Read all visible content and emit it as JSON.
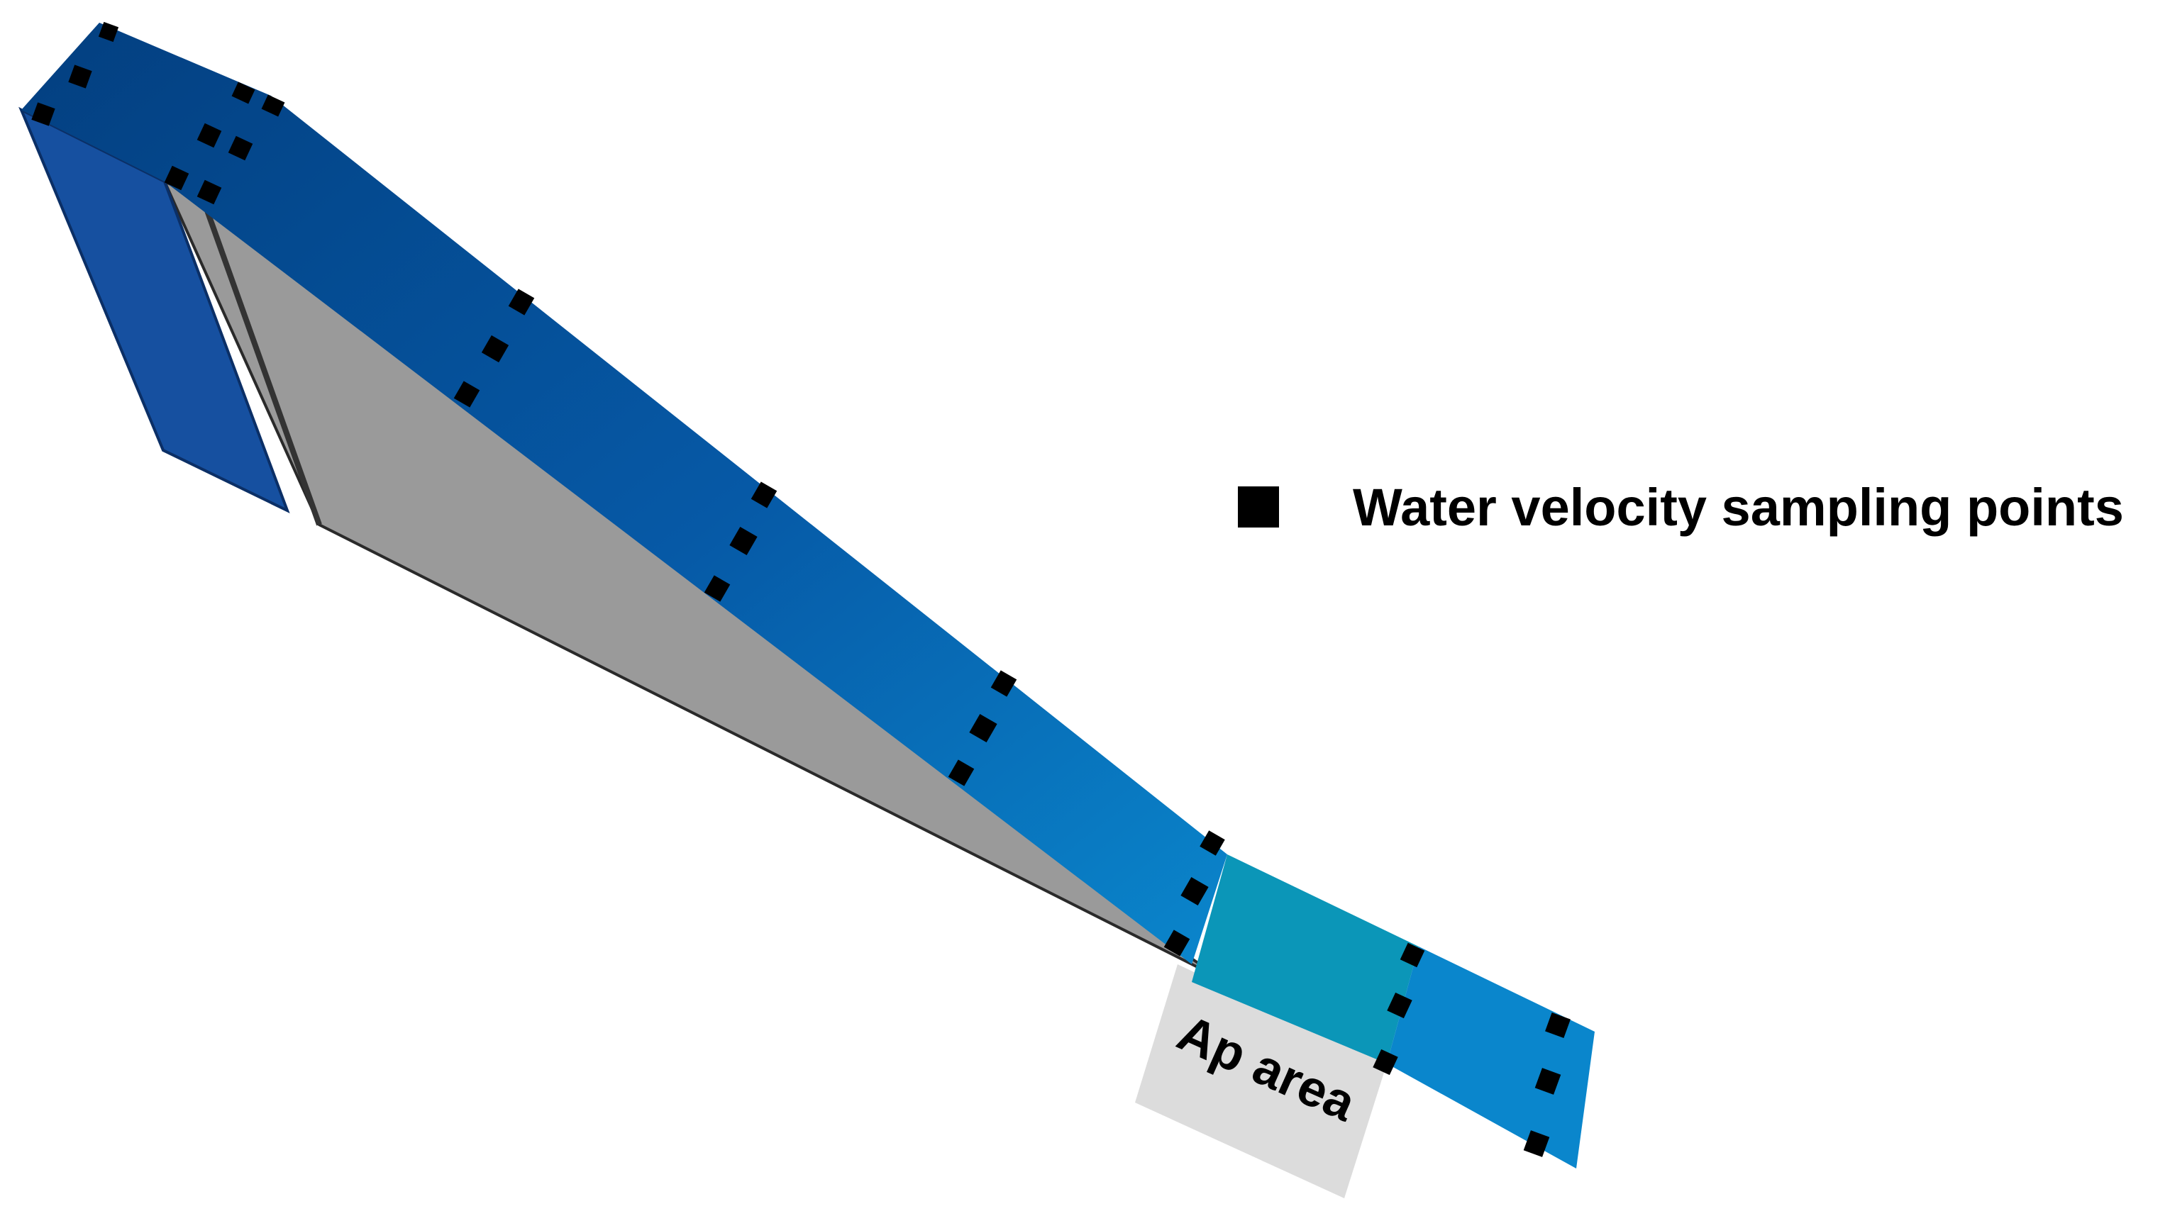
{
  "legend": {
    "marker_icon": "black-square",
    "label": "Water velocity sampling points"
  },
  "zone_label": "Ap area",
  "colors": {
    "channel_dark": "#044a8d",
    "channel_mid": "#0763ad",
    "channel_light": "#0a86cc",
    "ap_zone": "#0b96b8",
    "side_wall": "#9a9a9a",
    "end_face": "#1650a0",
    "ap_panel": "#dcdcdc",
    "marker": "#000000"
  }
}
